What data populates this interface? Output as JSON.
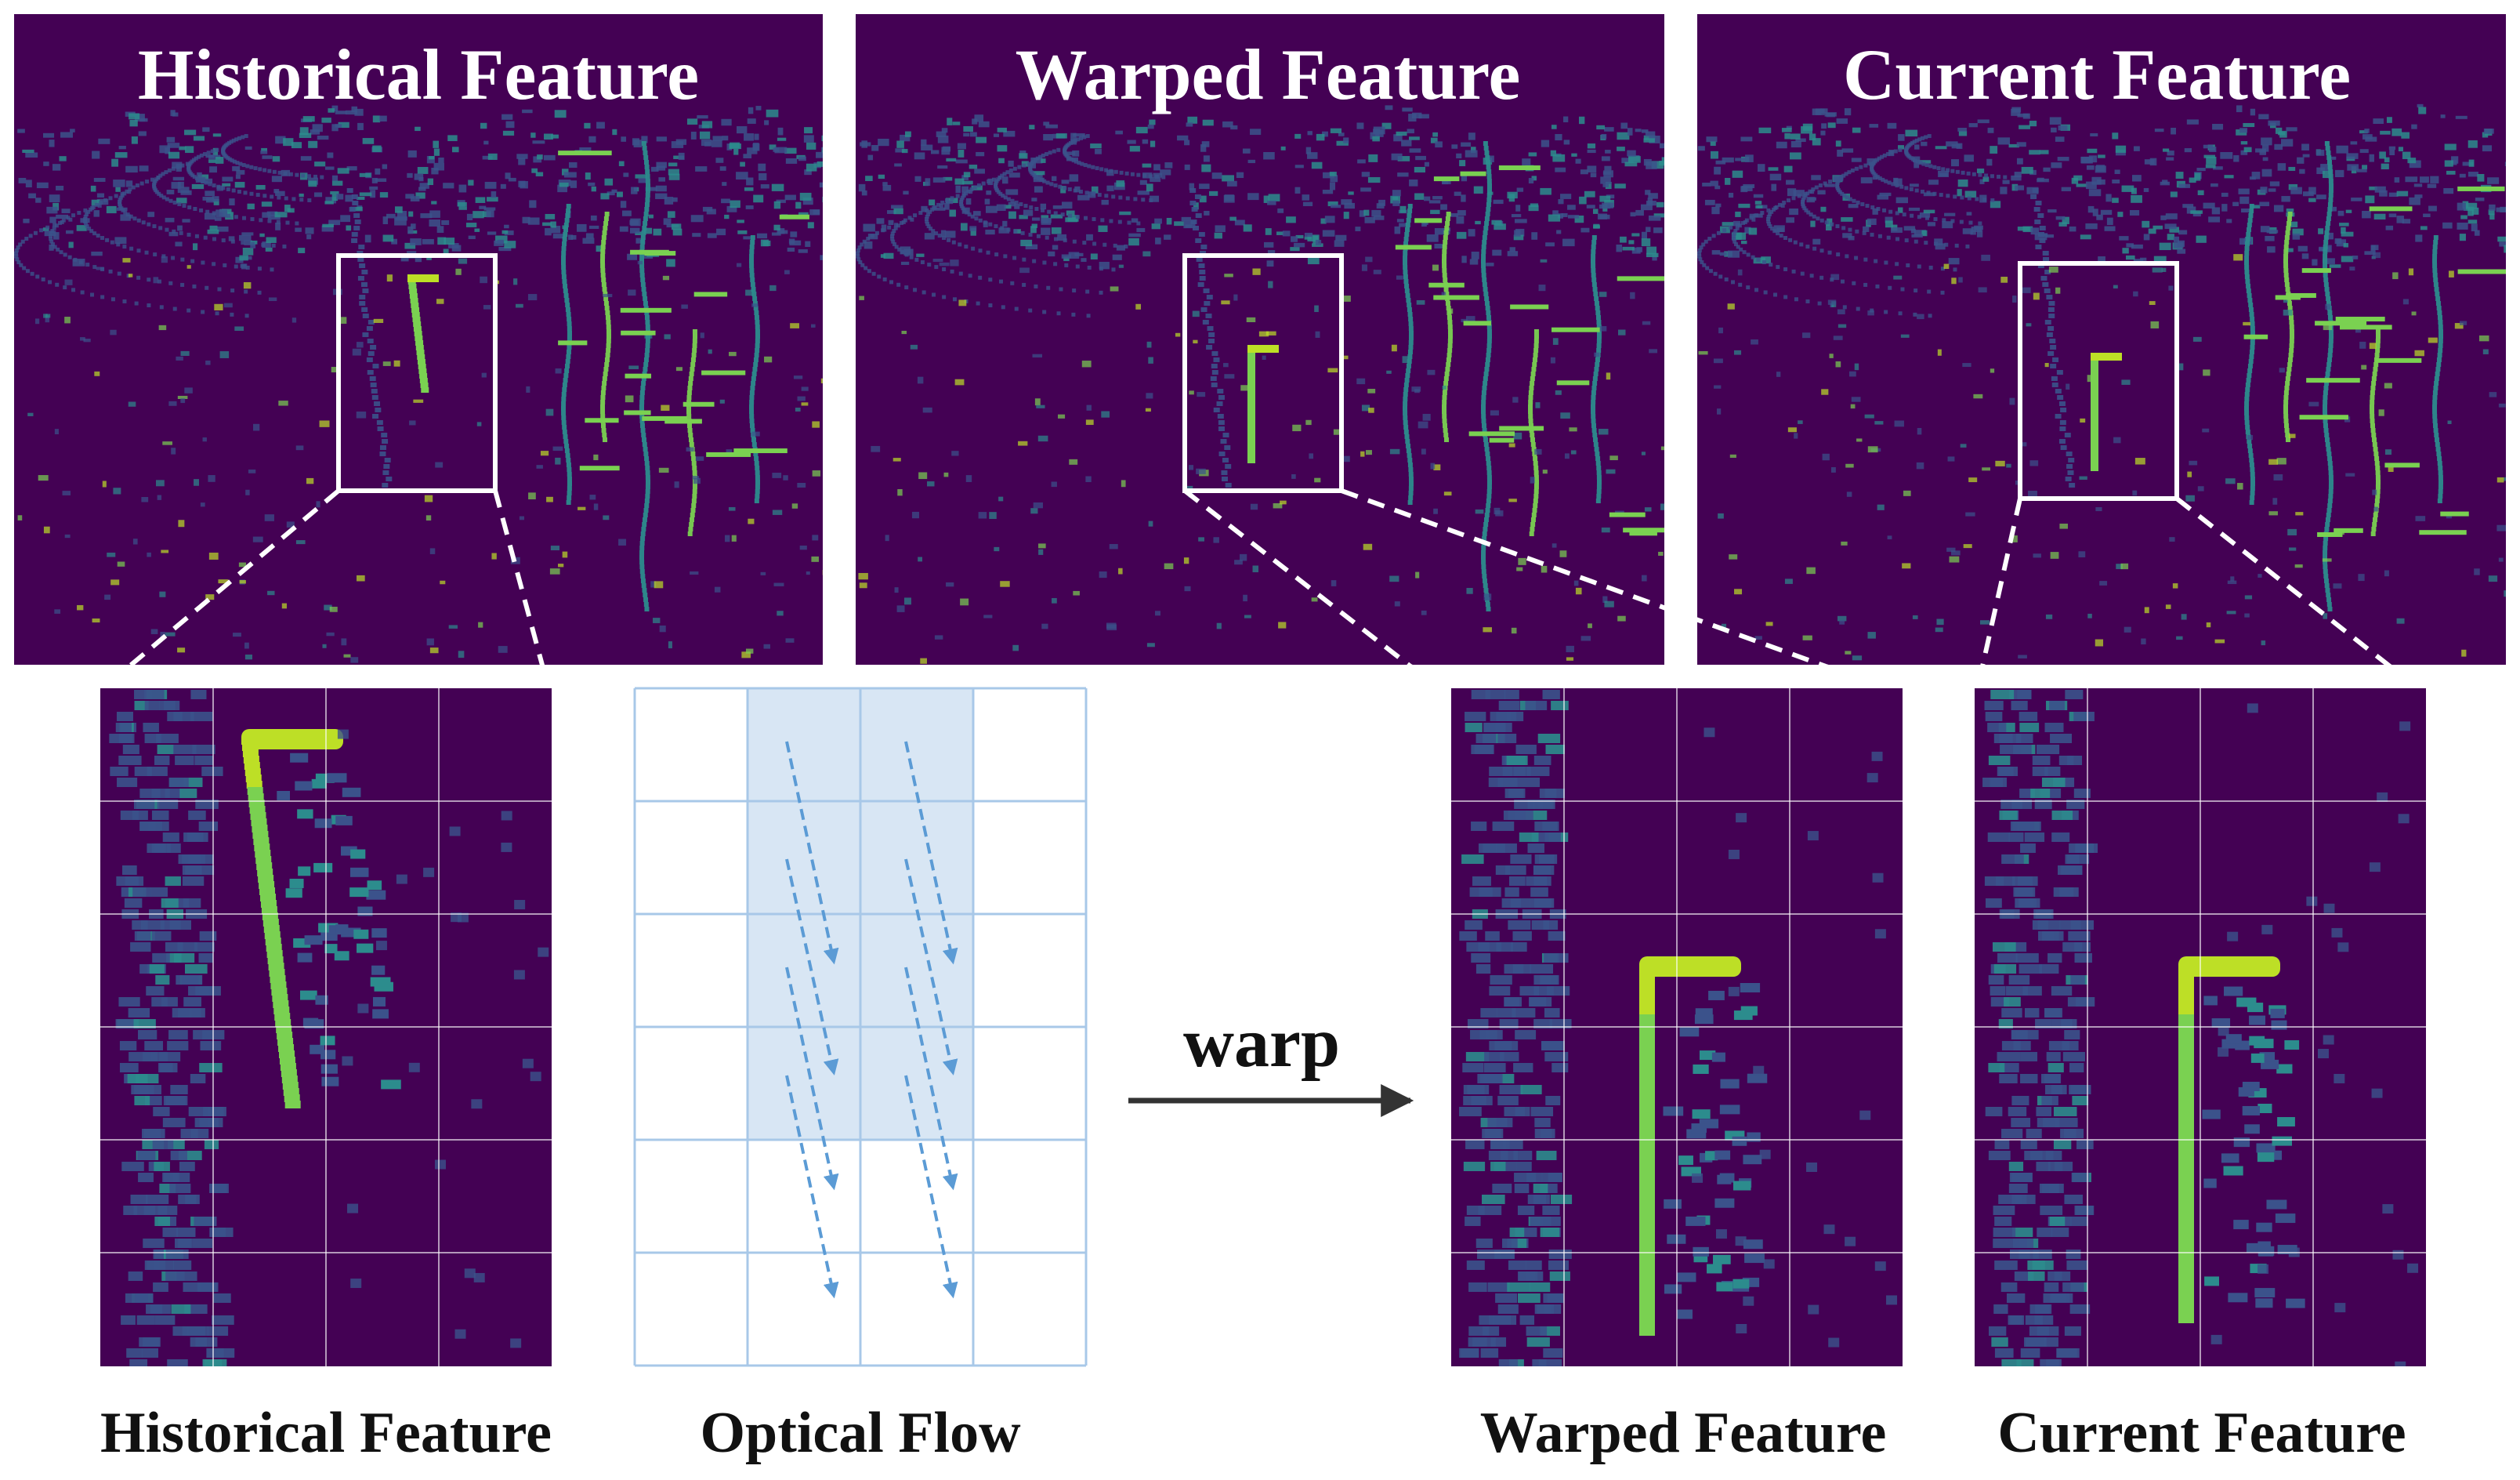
{
  "top_panels": [
    {
      "title": "Historical Feature"
    },
    {
      "title": "Warped Feature"
    },
    {
      "title": "Current Feature"
    }
  ],
  "bottom_captions": {
    "historical": "Historical Feature",
    "flow": "Optical Flow",
    "warped": "Warped Feature",
    "current": "Current Feature"
  },
  "warp_label": "warp",
  "flow_grid": {
    "rows": 6,
    "cols": 4,
    "highlight_rows": [
      0,
      3
    ],
    "highlight_cols": [
      1,
      2
    ]
  },
  "colors": {
    "background": "#440154",
    "point_dark": "#3b528b",
    "point_mid": "#2c8c8d",
    "point_bright": "#7ad151",
    "point_peak": "#bddf26",
    "grid_line": "#a8c8e8",
    "flow_highlight": "#d8e6f4",
    "flow_arrow": "#5b9bd5",
    "warp_arrow": "#333333",
    "frame": "#ffffff"
  },
  "icons": {
    "warp_arrow": "right-arrow-icon",
    "flow_arrow": "dashed-down-arrow-icon"
  }
}
